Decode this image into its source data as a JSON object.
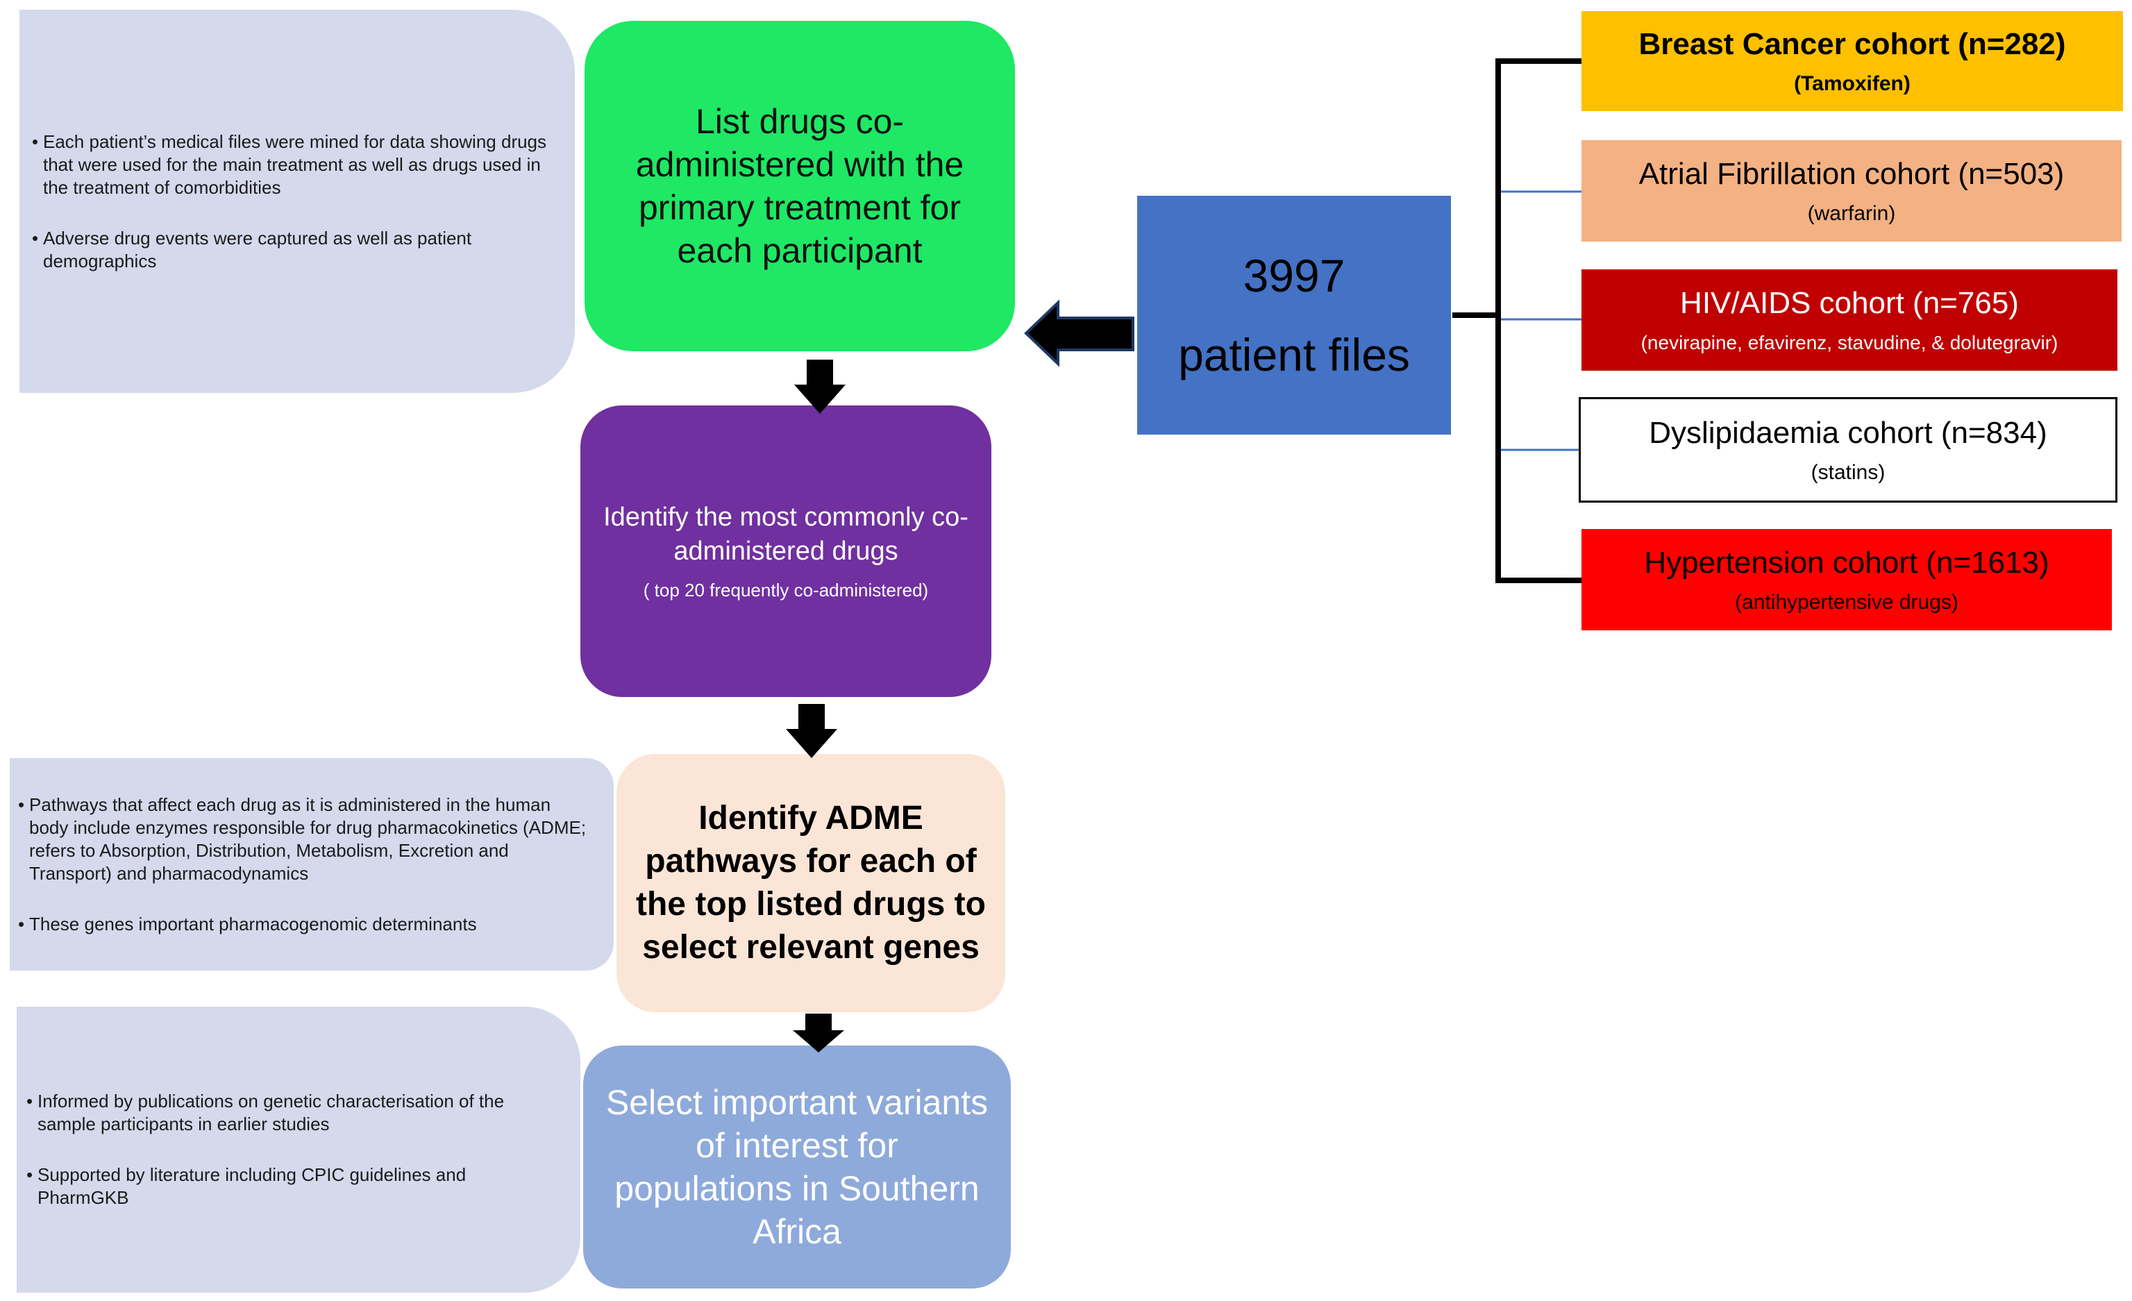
{
  "notes": {
    "records": {
      "items": [
        "Each patient’s medical files were mined for data showing drugs that were used for the main treatment as well as drugs used in the treatment of comorbidities",
        "Adverse drug events were captured as well as patient demographics"
      ]
    },
    "pathways": {
      "items": [
        "Pathways that affect each drug as it is administered in the human body include enzymes responsible for drug pharmacokinetics (ADME; refers to Absorption, Distribution, Metabolism, Excretion and Transport) and pharmacodynamics",
        "These genes important pharmacogenomic determinants"
      ]
    },
    "variants": {
      "items": [
        "Informed by publications on genetic characterisation of the sample participants in earlier studies",
        "Supported by literature including CPIC guidelines and PharmGKB"
      ]
    }
  },
  "steps": {
    "list_drugs": "List drugs co-administered with the primary treatment  for each participant",
    "identify_common": "Identify the most commonly co-administered drugs",
    "identify_common_sub": "( top 20 frequently co-administered)",
    "adme": "Identify ADME pathways for each of the top listed drugs to select relevant genes",
    "select_variants": "Select important variants of interest for populations in Southern Africa"
  },
  "patient_files": {
    "count": "3997",
    "label": "patient files"
  },
  "cohorts": [
    {
      "name": "Breast Cancer cohort (n=282)",
      "drug": "(Tamoxifen)",
      "bg": "#ffc000",
      "color": "#000000"
    },
    {
      "name": "Atrial Fibrillation cohort (n=503)",
      "drug": "(warfarin)",
      "bg": "#f4b183",
      "color": "#000000"
    },
    {
      "name": "HIV/AIDS cohort (n=765)",
      "drug": "(nevirapine, efavirenz, stavudine, & dolutegravir)",
      "bg": "#c00000",
      "color": "#ffffff"
    },
    {
      "name": "Dyslipidaemia cohort (n=834)",
      "drug": "(statins)",
      "bg": "#ffffff",
      "color": "#000000"
    },
    {
      "name": "Hypertension cohort (n=1613)",
      "drug": "(antihypertensive drugs)",
      "bg": "#ff0000",
      "color": "#000000"
    }
  ],
  "colors": {
    "note_bg": "#d4d9ec",
    "list_drugs_bg": "#1ee864",
    "identify_common_bg": "#7030a0",
    "adme_bg": "#fbe5d6",
    "select_variants_bg": "#8eaadb",
    "patient_files_bg": "#4472c4",
    "arrow": "#000000"
  }
}
